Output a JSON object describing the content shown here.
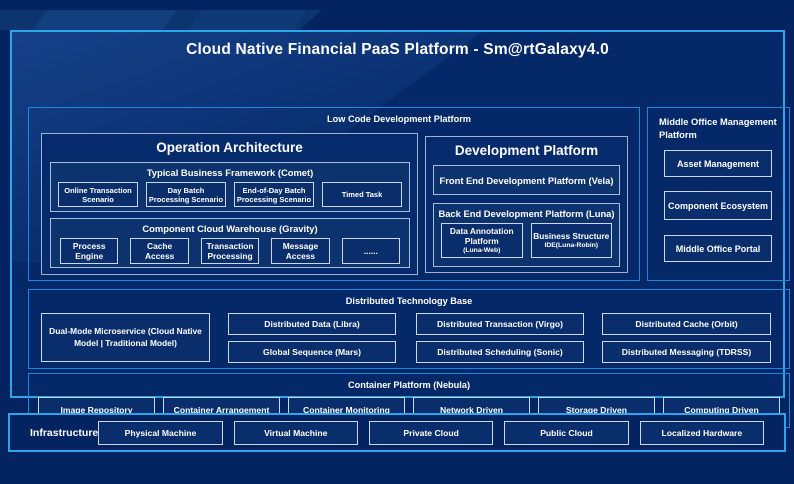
{
  "title": "Cloud Native Financial PaaS Platform - Sm@rtGalaxy4.0",
  "low_code": {
    "label": "Low Code Development Platform",
    "operation_architecture": {
      "title": "Operation Architecture",
      "typical_business": {
        "title": "Typical Business Framework (Comet)",
        "items": [
          "Online Transaction Scenario",
          "Day Batch Processing Scenario",
          "End-of-Day Batch Processing Scenario",
          "Timed Task"
        ]
      },
      "component_warehouse": {
        "title": "Component Cloud Warehouse (Gravity)",
        "items": [
          "Process Engine",
          "Cache Access",
          "Transaction Processing",
          "Message Access",
          "......"
        ]
      }
    },
    "development_platform": {
      "title": "Development Platform",
      "front_end": "Front End Development Platform (Vela)",
      "back_end": {
        "title": "Back End Development Platform (Luna)",
        "items": [
          {
            "main": "Data Annotation Platform",
            "sub": "(Luna-Web)"
          },
          {
            "main": "Business Structure",
            "sub": "IDE(Luna-Robin)"
          }
        ]
      }
    }
  },
  "middle_office": {
    "title": "Middle Office Management Platform",
    "items": [
      "Asset Management",
      "Component Ecosystem",
      "Middle Office Portal"
    ]
  },
  "distributed": {
    "title": "Distributed Technology Base",
    "dual_mode": "Dual-Mode Microservice (Cloud Native Model | Traditional Model)",
    "items": [
      "Distributed Data (Libra)",
      "Global Sequence (Mars)",
      "Distributed Transaction (Virgo)",
      "Distributed Scheduling (Sonic)",
      "Distributed Cache (Orbit)",
      "Distributed Messaging (TDRSS)"
    ]
  },
  "container_platform": {
    "title": "Container Platform (Nebula)",
    "items": [
      "Image Repository",
      "Container Arrangement",
      "Container Monitoring",
      "Network Driven",
      "Storage Driven",
      "Computing Driven"
    ]
  },
  "infrastructure": {
    "label": "Infrastructure",
    "items": [
      "Physical Machine",
      "Virtual Machine",
      "Private Cloud",
      "Public Cloud",
      "Localized Hardware"
    ]
  },
  "colors": {
    "page_background": "#032361",
    "panel_background": "#052968",
    "subpanel_background": "#0D336F",
    "outer_border": "#2BA6EC",
    "section_border": "#1C87DC",
    "panel_border": "#9FB3D1",
    "leaf_border": "#CBD8EC",
    "text": "#FFFFFF"
  }
}
